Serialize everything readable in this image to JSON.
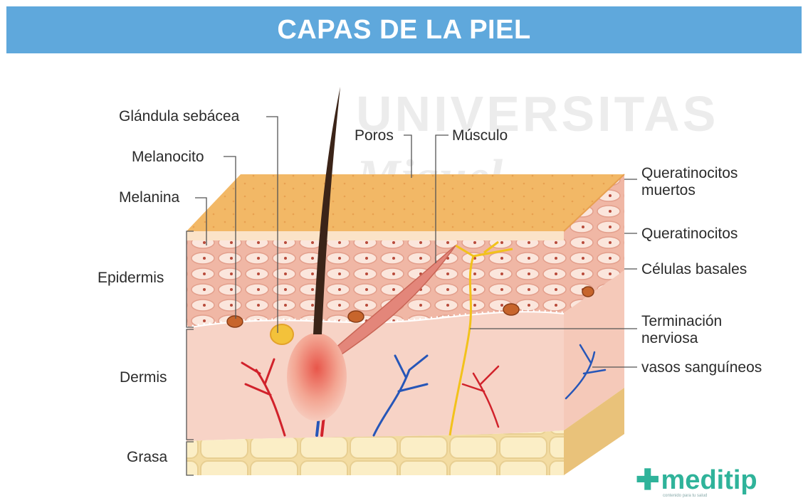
{
  "header": {
    "title": "CAPAS DE LA PIEL"
  },
  "labels": {
    "glandula": "Glándula sebácea",
    "melanocito": "Melanocito",
    "melanina": "Melanina",
    "poros": "Poros",
    "musculo": "Músculo",
    "queratinocitos_muertos": "Queratinocitos muertos",
    "queratinocitos": "Queratinocitos",
    "celulas_basales": "Células basales",
    "terminacion_nerviosa": "Terminación nerviosa",
    "vasos_sanguineos": "vasos sanguíneos",
    "epidermis": "Epidermis",
    "dermis": "Dermis",
    "grasa": "Grasa"
  },
  "watermark": {
    "line1": "UNIVERSITAS",
    "line2": "Miguel"
  },
  "logo": {
    "name": "meditip",
    "tagline": "contenido para tu salud"
  },
  "colors": {
    "header": "#5fa8dc",
    "stratum_corneum": "#f2b866",
    "epidermis": "#f3c2b0",
    "dermis": "#f7d3c6",
    "fat": "#f8e4b3",
    "artery": "#d1222b",
    "vein": "#2656b8",
    "nerve": "#f2c21b",
    "hair": "#3b2418",
    "logo": "#2fb39a"
  }
}
